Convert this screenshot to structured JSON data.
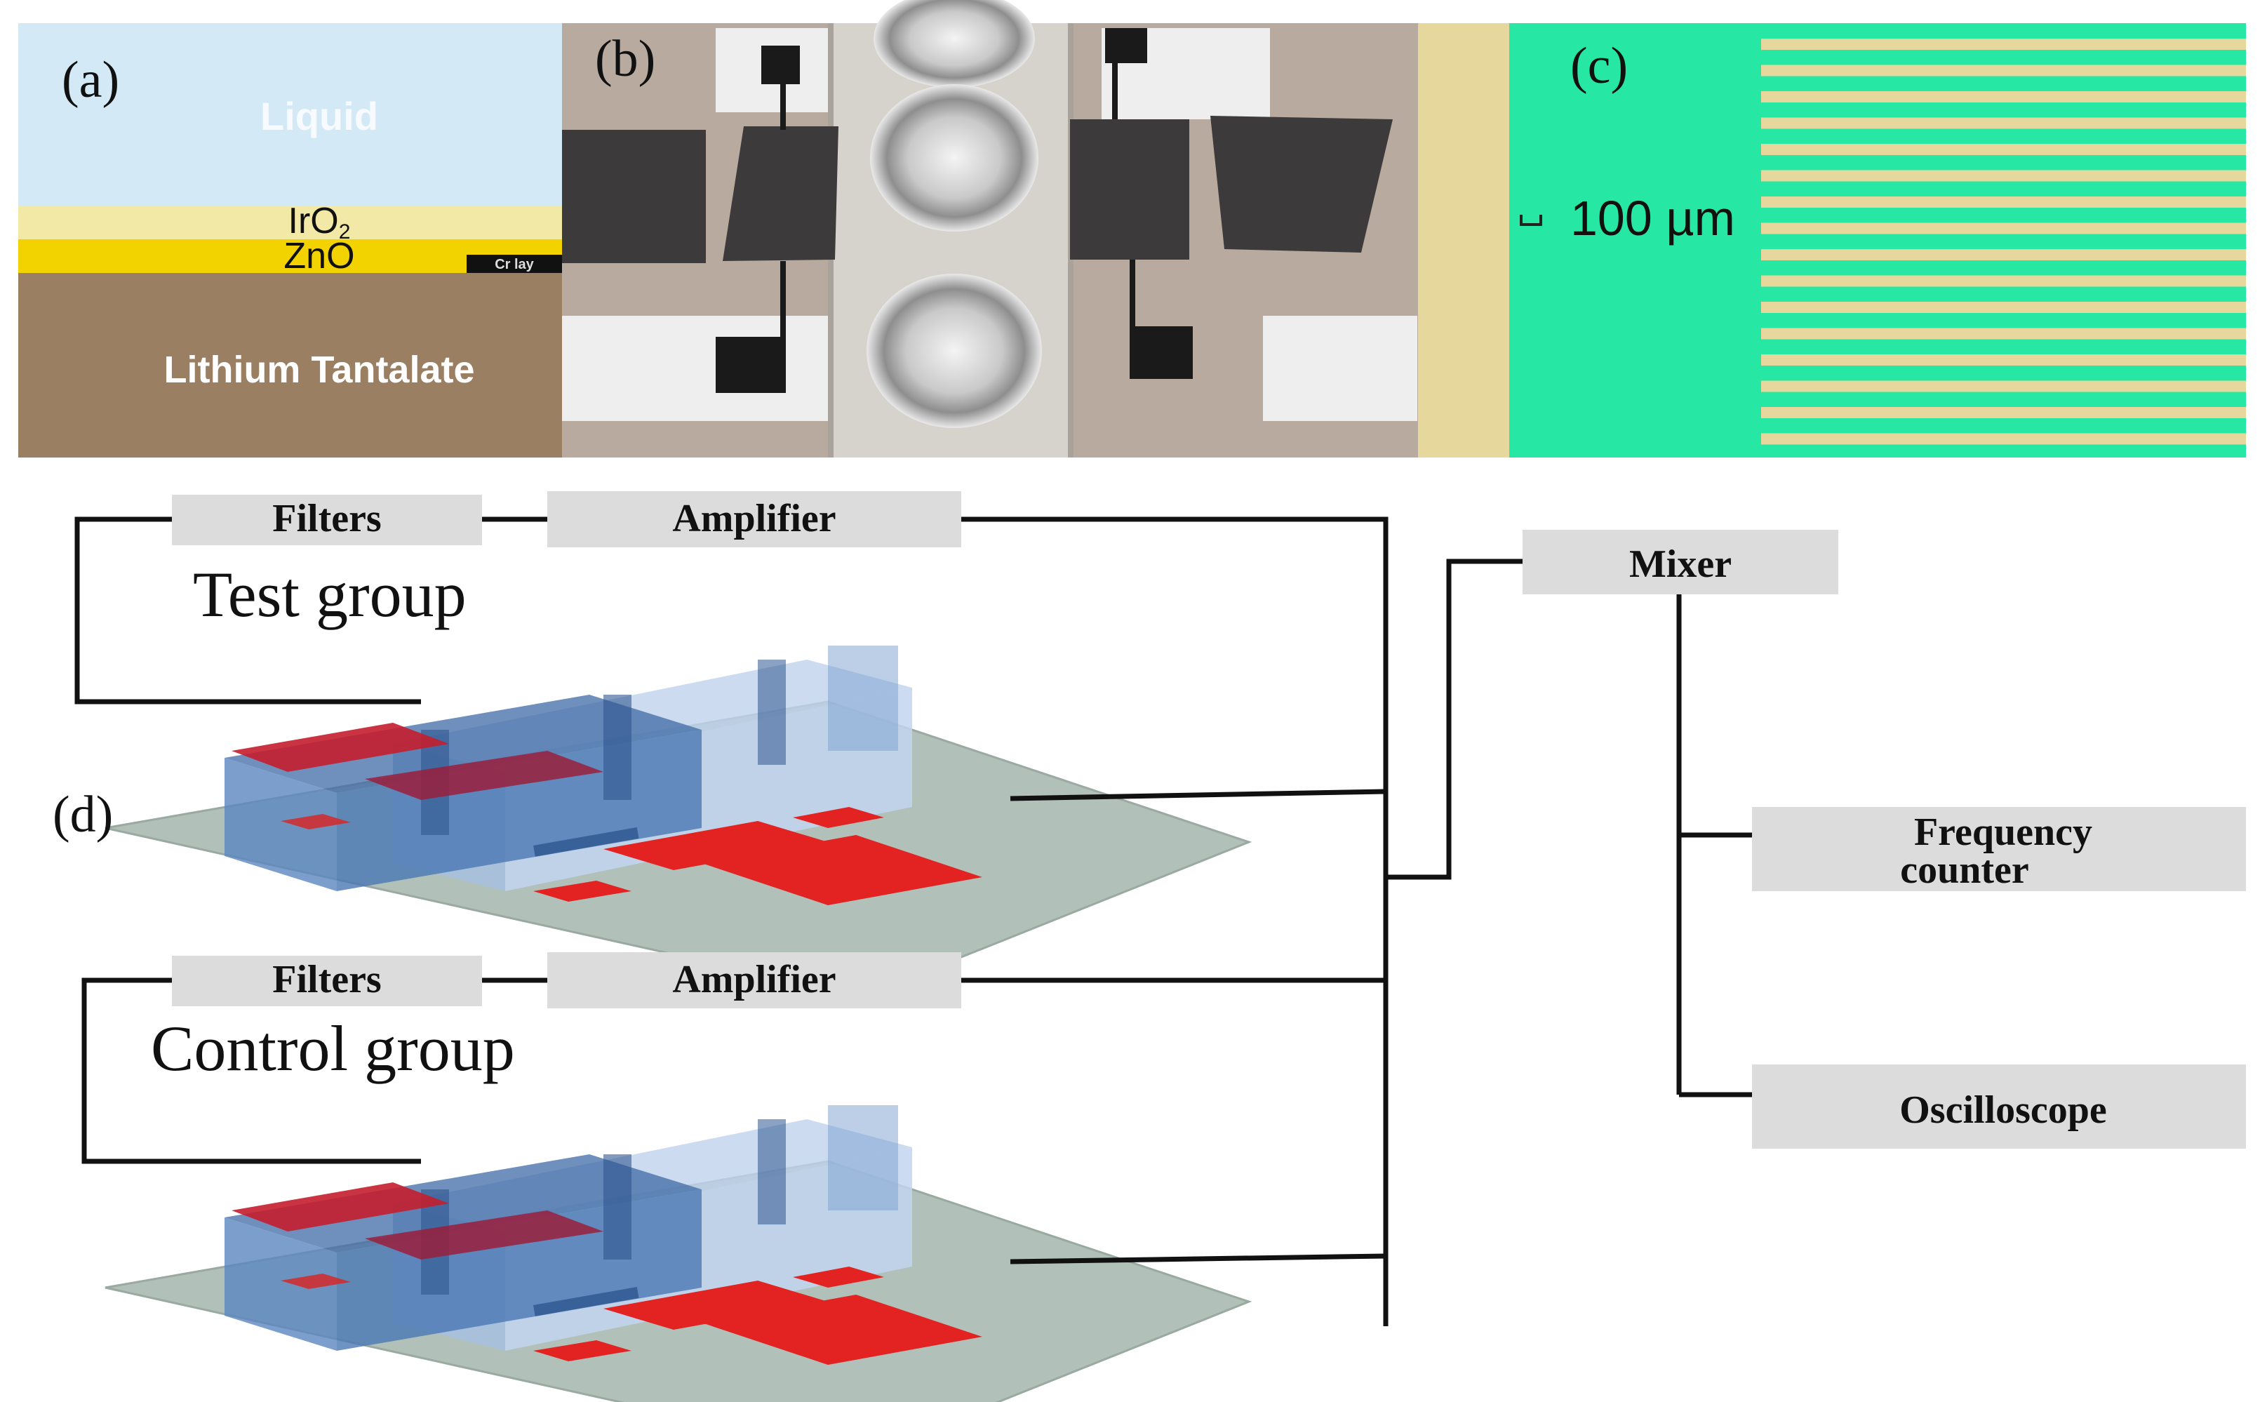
{
  "panel_labels": {
    "a": "(a)",
    "b": "(b)",
    "c": "(c)",
    "d": "(d)"
  },
  "layers": {
    "liquid": "Liquid",
    "iro2_prefix": "IrO",
    "iro2_sub": "2",
    "zno": "ZnO",
    "cr": "Cr lay",
    "substrate": "Lithium Tantalate"
  },
  "scale_bar": {
    "label": "100 µm"
  },
  "blocks": {
    "filters_test": "Filters",
    "amplifier_test": "Amplifier",
    "filters_control": "Filters",
    "amplifier_control": "Amplifier",
    "mixer": "Mixer",
    "frequency_counter_line1": "Frequency",
    "frequency_counter_line2": "counter",
    "oscilloscope": "Oscilloscope"
  },
  "groups": {
    "test": "Test group",
    "control": "Control group"
  },
  "colors": {
    "liquid": "#d3eaf6",
    "iro2": "#f3e9a7",
    "zno": "#f2d300",
    "substrate": "#9b7f63",
    "photo_bg": "#b7a99c",
    "idt_green": "#27e7a4",
    "idt_gold": "#e6d89d",
    "block_grey": "#dcdcdc",
    "electrode_red": "#e32222",
    "chamber_blue": "#4a78b4",
    "plate_grey": "#b1c0b9"
  }
}
